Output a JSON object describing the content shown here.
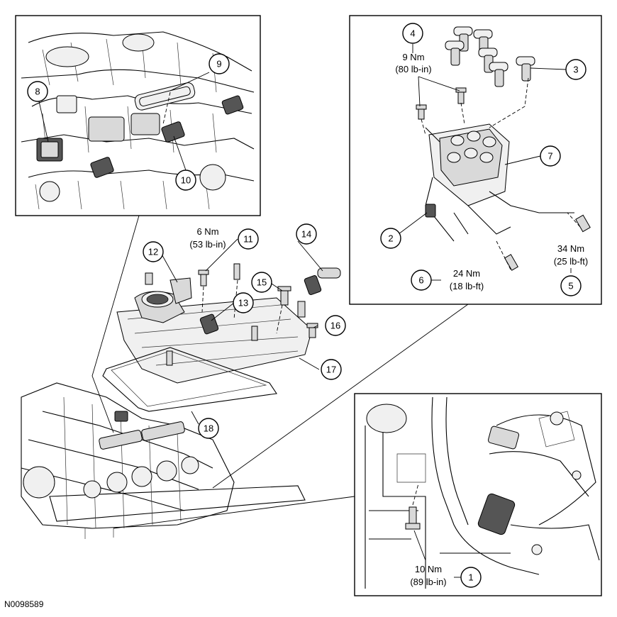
{
  "figure": {
    "id": "N0098589"
  },
  "callouts": [
    {
      "number": "1"
    },
    {
      "number": "2"
    },
    {
      "number": "3"
    },
    {
      "number": "4"
    },
    {
      "number": "5"
    },
    {
      "number": "6"
    },
    {
      "number": "7"
    },
    {
      "number": "8"
    },
    {
      "number": "9"
    },
    {
      "number": "10"
    },
    {
      "number": "11"
    },
    {
      "number": "12"
    },
    {
      "number": "13"
    },
    {
      "number": "14"
    },
    {
      "number": "15"
    },
    {
      "number": "16"
    },
    {
      "number": "17"
    },
    {
      "number": "18"
    }
  ],
  "torque_specs": [
    {
      "metric": "9 Nm",
      "imperial": "(80 lb-in)"
    },
    {
      "metric": "34 Nm",
      "imperial": "(25 lb-ft)"
    },
    {
      "metric": "24 Nm",
      "imperial": "(18 lb-ft)"
    },
    {
      "metric": "6 Nm",
      "imperial": "(53 lb-in)"
    },
    {
      "metric": "10 Nm",
      "imperial": "(89 lb-in)"
    }
  ]
}
